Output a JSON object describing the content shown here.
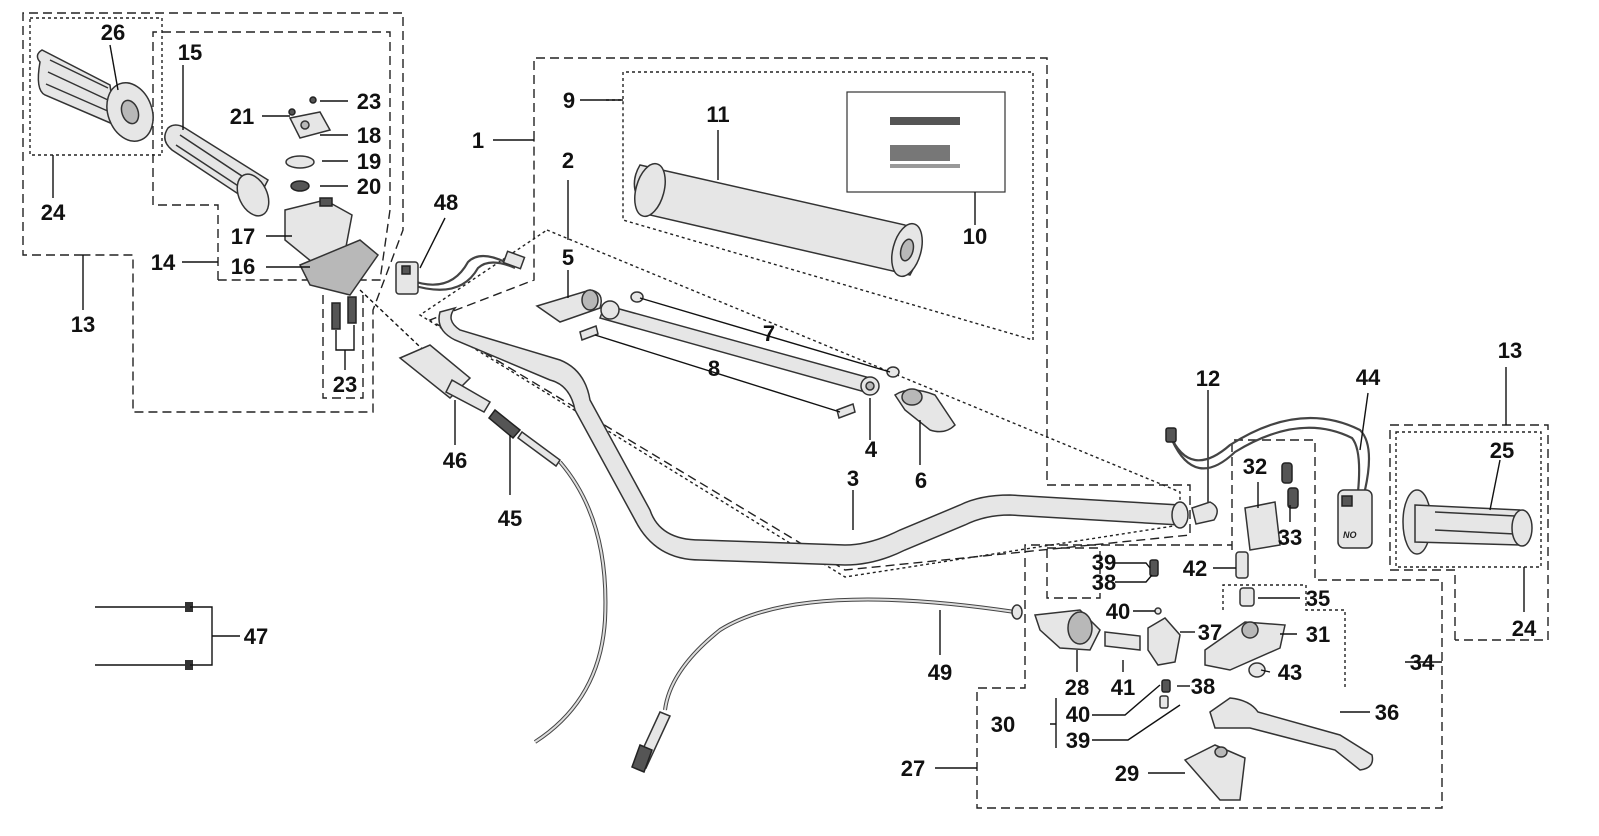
{
  "diagram": {
    "callouts": {
      "c1": "1",
      "c2": "2",
      "c3": "3",
      "c4": "4",
      "c5": "5",
      "c6": "6",
      "c7": "7",
      "c8": "8",
      "c9": "9",
      "c10": "10",
      "c11": "11",
      "c12": "12",
      "c13a": "13",
      "c13b": "13",
      "c14": "14",
      "c15": "15",
      "c16": "16",
      "c17": "17",
      "c18": "18",
      "c19": "19",
      "c20": "20",
      "c21": "21",
      "c23a": "23",
      "c23b": "23",
      "c24a": "24",
      "c24b": "24",
      "c25": "25",
      "c26": "26",
      "c27": "27",
      "c28": "28",
      "c29": "29",
      "c30": "30",
      "c31": "31",
      "c32": "32",
      "c33": "33",
      "c34": "34",
      "c35": "35",
      "c36": "36",
      "c37": "37",
      "c38a": "38",
      "c38b": "38",
      "c39a": "39",
      "c39b": "39",
      "c40a": "40",
      "c40b": "40",
      "c41": "41",
      "c42": "42",
      "c43": "43",
      "c44": "44",
      "c45": "45",
      "c46": "46",
      "c47": "47",
      "c48": "48",
      "c49": "49"
    },
    "switch_mark": "NO"
  }
}
